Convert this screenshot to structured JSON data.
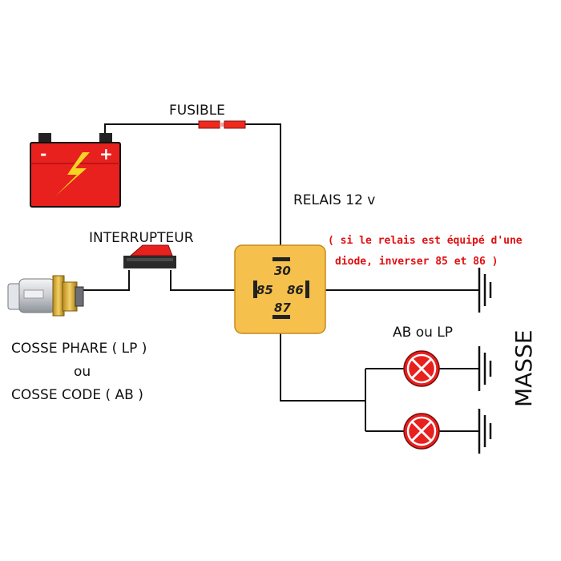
{
  "labels": {
    "fuse": "FUSIBLE",
    "relay": "RELAIS 12 v",
    "switch": "INTERRUPTEUR",
    "note_line1": "( si le relais est équipé d'une",
    "note_line2": "diode, inverser 85 et 86 )",
    "lamp_type": "AB ou LP",
    "ground": "MASSE",
    "connector_line1": "COSSE PHARE ( LP )",
    "connector_line2": "ou",
    "connector_line3": "COSSE CODE ( AB )"
  },
  "relay_pins": {
    "p30": "30",
    "p85": "85",
    "p86": "86",
    "p87": "87"
  },
  "battery": {
    "minus": "-",
    "plus": "+"
  },
  "colors": {
    "battery": "#e8201e",
    "relay": "#f6c04c",
    "fuse": "#ee2a1e",
    "lamp": "#e8201e",
    "note": "#e01010"
  },
  "icons": [
    "battery-icon",
    "fuse-icon",
    "switch-icon",
    "bulb-icon",
    "relay-icon",
    "lamp-icon",
    "ground-icon"
  ]
}
